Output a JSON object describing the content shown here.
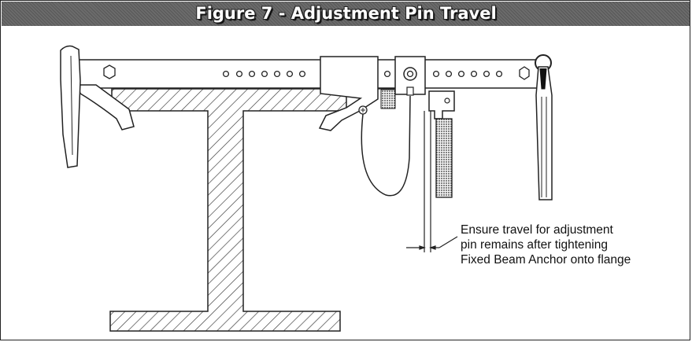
{
  "figure": {
    "title": "Figure 7 - Adjustment Pin Travel"
  },
  "callout": {
    "lines": [
      "Ensure travel for adjustment",
      "pin remains after tightening",
      "Fixed Beam Anchor onto flange"
    ]
  },
  "colors": {
    "title_bar": "#6b6b6b",
    "title_text": "#ffffff",
    "line": "#222222",
    "background": "#ffffff"
  },
  "parts": [
    "i-beam",
    "fixed-jaw",
    "sliding-jaw",
    "adjustment-pin",
    "lanyard-cable",
    "d-ring",
    "hanging-strap",
    "locking-strap",
    "travel-dimension"
  ]
}
